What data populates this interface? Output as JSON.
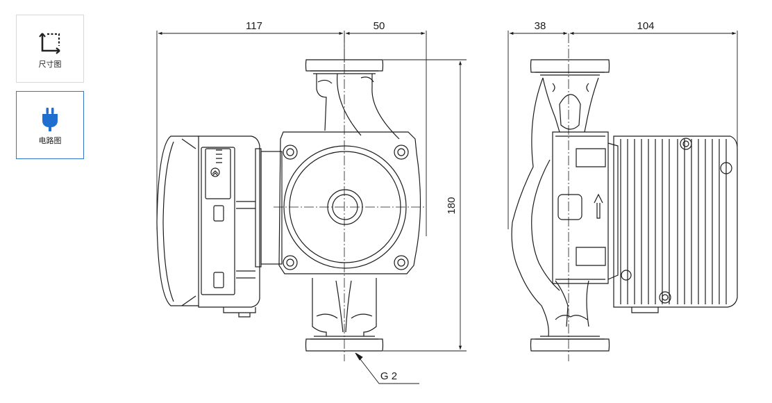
{
  "tabs": [
    {
      "label": "尺寸图",
      "icon": "dimension-icon",
      "active": false
    },
    {
      "label": "电路图",
      "icon": "plug-icon",
      "active": true
    }
  ],
  "dimensions": {
    "front_width_left": "117",
    "front_width_right": "50",
    "height": "180",
    "side_width_left": "38",
    "side_width_right": "104",
    "connection": "G 2"
  },
  "colors": {
    "line": "#1a1a1a",
    "accent": "#2f76c6",
    "plug_fill": "#1e6fd0"
  }
}
